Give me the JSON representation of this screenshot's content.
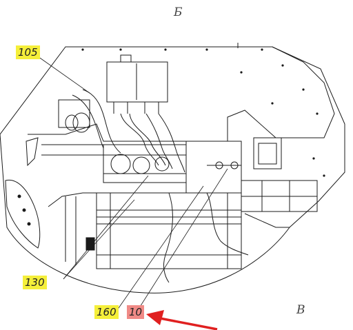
{
  "view_labels": {
    "top": "Б",
    "bottom_right": "В"
  },
  "callouts": [
    {
      "id": "105",
      "text": "105",
      "style": "highlight-yellow"
    },
    {
      "id": "130",
      "text": "130",
      "style": "highlight-yellow"
    },
    {
      "id": "160",
      "text": "160",
      "style": "highlight-yellow"
    },
    {
      "id": "10",
      "text": "10",
      "style": "highlight-red"
    }
  ],
  "colors": {
    "line": "#1a1a1a",
    "highlight_yellow": "#f5ef3a",
    "highlight_red": "#f08a86",
    "arrow": "#e02020"
  },
  "pointer_arrow": {
    "target": "10"
  }
}
